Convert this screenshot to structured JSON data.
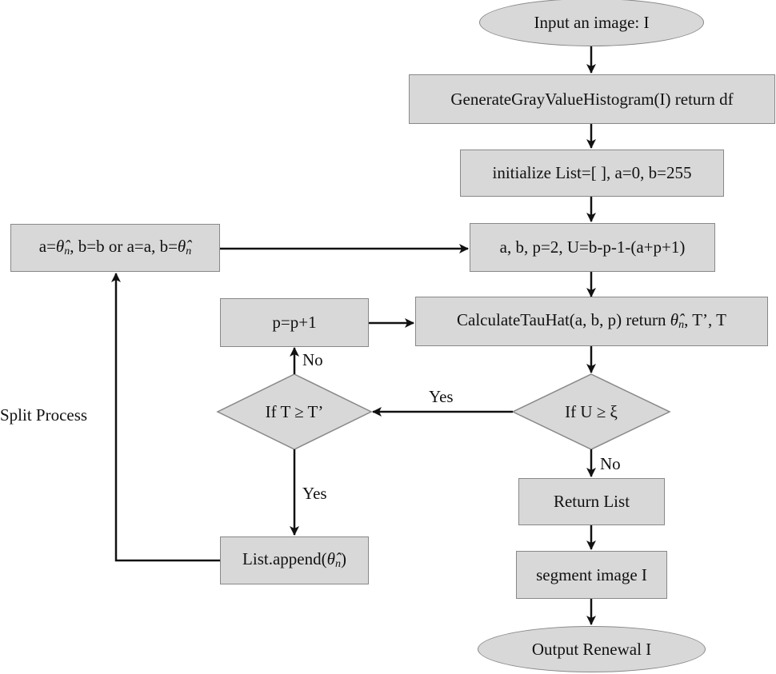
{
  "diagram": {
    "nodes": {
      "input": "Input an image: I",
      "histogram": "GenerateGrayValueHistogram(I) return df",
      "initialize": "initialize List=[ ], a=0, b=255",
      "params": "a, b, p=2, U=b-p-1-(a+p+1)",
      "update_ab_prefix": "a=",
      "update_ab_middle": ", b=b or a=a, b=",
      "calc_prefix": "CalculateTauHat(a, b, p) return ",
      "calc_suffix": ", T’, T",
      "p_increment": "p=p+1",
      "decision_u": "If U ≥ ξ",
      "decision_t": "If T ≥ T’",
      "return_list": "Return List",
      "append_prefix": "List.append(",
      "append_suffix": ")",
      "segment": "segment image I",
      "output": "Output Renewal I"
    },
    "math": {
      "theta_hat": "θ̂",
      "subscript_n": "n"
    },
    "edge_labels": {
      "yes_u": "Yes",
      "no_u": "No",
      "yes_t": "Yes",
      "no_t": "No",
      "split_process": "Split Process"
    },
    "colors": {
      "node_fill": "#d8d8d8",
      "node_border": "#888888",
      "arrow": "#111111"
    }
  }
}
